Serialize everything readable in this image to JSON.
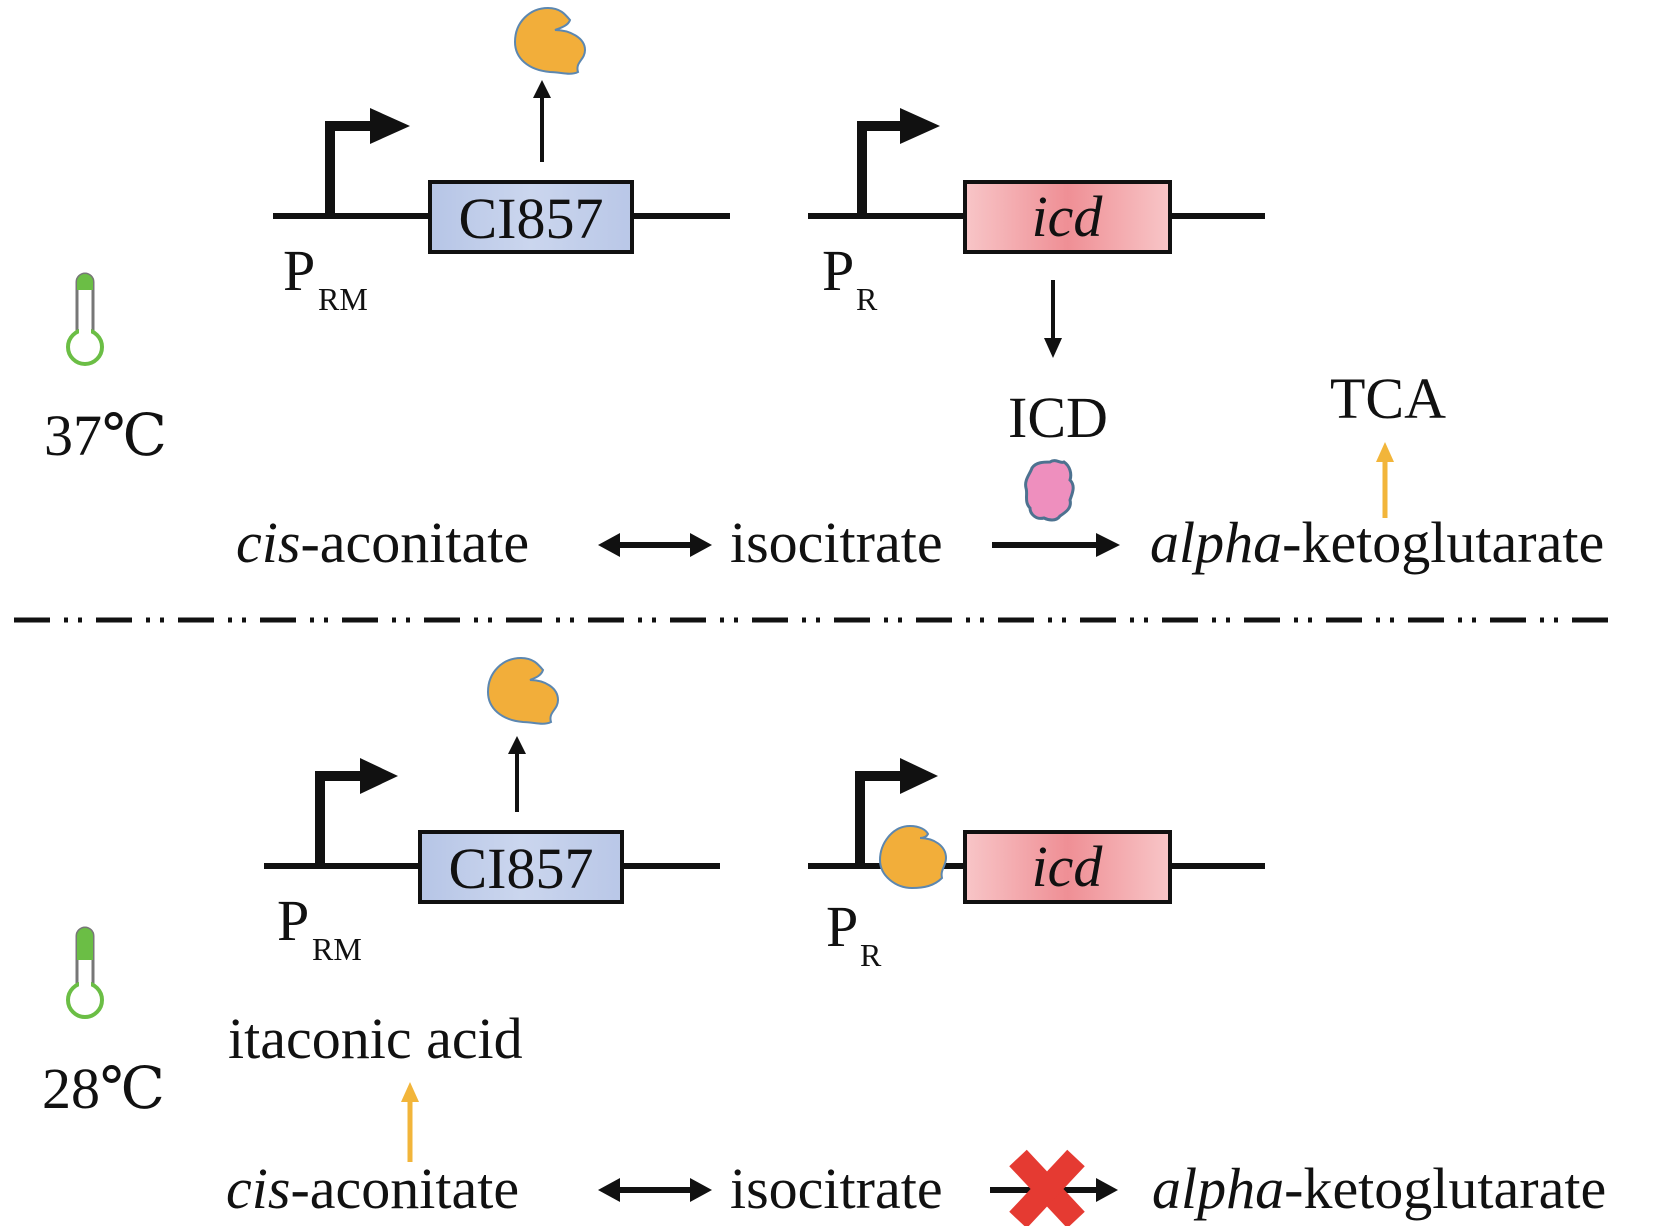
{
  "colors": {
    "repressor_fill": "#F2AE3A",
    "repressor_stroke": "#5C87B0",
    "icd_protein_fill": "#EE8FBE",
    "icd_protein_stroke": "#4D7290",
    "cI857_box_fill": "#C2CFEA",
    "icd_box_fill": "#F2A5AA",
    "flux_arrow": "#F2B53A",
    "block_x": "#E53A32",
    "thermo_green": "#6BBE45"
  },
  "top_panel": {
    "temperature": "37℃",
    "construct1": {
      "promoter": "P",
      "promoter_sub": "RM",
      "gene": "CI857"
    },
    "construct2": {
      "promoter": "P",
      "promoter_sub": "R",
      "gene": "icd"
    },
    "protein_label": "ICD",
    "tca_label": "TCA",
    "pathway": {
      "m1_ital": "cis",
      "m1_rest": "-aconitate",
      "m2": "isocitrate",
      "m3_ital": "alpha",
      "m3_rest": "-ketoglutarate"
    }
  },
  "bottom_panel": {
    "temperature": "28℃",
    "construct1": {
      "promoter": "P",
      "promoter_sub": "RM",
      "gene": "CI857"
    },
    "construct2": {
      "promoter": "P",
      "promoter_sub": "R",
      "gene": "icd",
      "repressor_bound": true
    },
    "product_label": "itaconic acid",
    "pathway": {
      "m1_ital": "cis",
      "m1_rest": "-aconitate",
      "m2": "isocitrate",
      "m3_ital": "alpha",
      "m3_rest": "-ketoglutarate",
      "reaction_blocked": true
    }
  }
}
